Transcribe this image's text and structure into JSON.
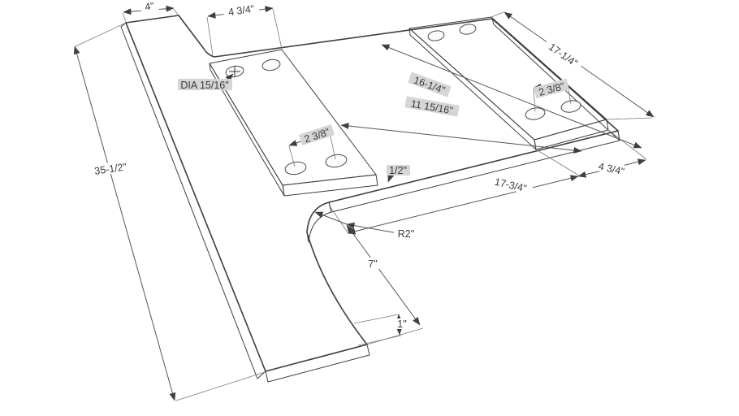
{
  "drawing": {
    "type": "isometric-cad-part-drawing",
    "part": "L-shaped base plate with two drilled doubler strips",
    "dimensions": {
      "arm_width": "4\"",
      "left_plate_width": "4 3/4\"",
      "hole_diameter": "DIA 15/16\"",
      "right_plate_length": "17-1/4\"",
      "back_span": "16-1/4\"",
      "mid_span": "11 15/16\"",
      "left_hole_spacing": "2 3/8\"",
      "right_hole_spacing": "2 3/8\"",
      "front_span": "17-3/4\"",
      "right_plate_width": "4 3/4\"",
      "fillet_radius": "R2\"",
      "notch_depth": "7\"",
      "doubler_thickness": "1/2\"",
      "plate_thickness": "1\"",
      "arm_length": "35-1/2\""
    },
    "colors": {
      "face_top": "#d5d5d5",
      "face_shadow": "#9a9a9a",
      "face_light": "#f5f5f5",
      "edge": "#3f3f3f",
      "dim_line": "#555555",
      "label": "#3a3a3a",
      "background": "#ffffff"
    }
  }
}
